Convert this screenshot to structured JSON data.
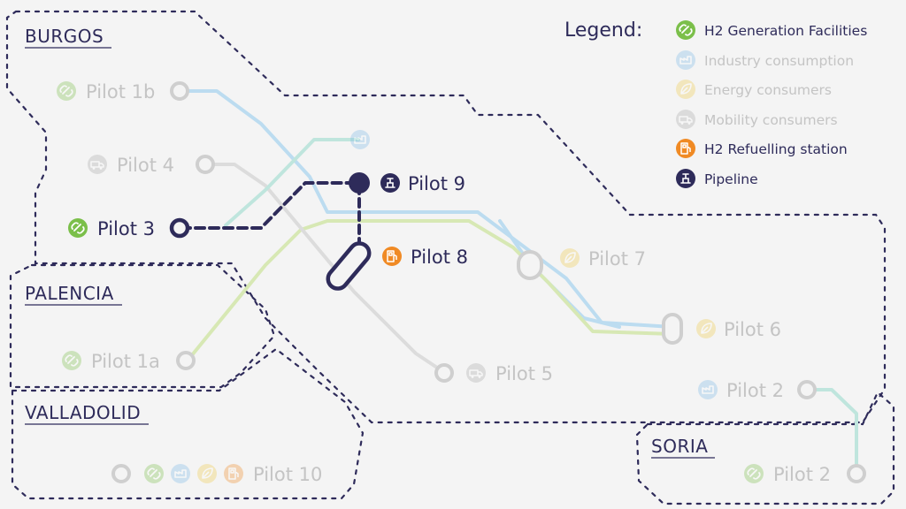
{
  "legend": {
    "title": "Legend:",
    "items": [
      {
        "label": "H2 Generation Facilities",
        "color": "#7bbf4a",
        "icon": "link-icon",
        "active": true
      },
      {
        "label": "Industry consumption",
        "color": "#7ab8e6",
        "icon": "factory-icon",
        "active": false
      },
      {
        "label": "Energy consumers",
        "color": "#f0c94a",
        "icon": "leaf-icon",
        "active": false
      },
      {
        "label": "Mobility consumers",
        "color": "#a9a9a9",
        "icon": "truck-icon",
        "active": false
      },
      {
        "label": "H2 Refuelling station",
        "color": "#f08a24",
        "icon": "fuel-pump-icon",
        "active": true
      },
      {
        "label": "Pipeline",
        "color": "#2e2b5a",
        "icon": "pipeline-icon",
        "active": true
      }
    ]
  },
  "regions": {
    "burgos": "BURGOS",
    "palencia": "PALENCIA",
    "valladolid": "VALLADOLID",
    "soria": "SORIA"
  },
  "pilots": {
    "p1b": "Pilot 1b",
    "p4": "Pilot 4",
    "p3": "Pilot 3",
    "p9": "Pilot 9",
    "p8": "Pilot 8",
    "p7": "Pilot 7",
    "p6": "Pilot 6",
    "p1a": "Pilot 1a",
    "p5": "Pilot 5",
    "p2_east": "Pilot 2",
    "p2_soria": "Pilot 2",
    "p10": "Pilot 10"
  },
  "colors": {
    "navy": "#2e2b5a",
    "text_active": "#2e2b5a",
    "text_dim": "#c4c4c4",
    "line_blue": "#bcdcf0",
    "line_green": "#d7e8b4",
    "line_gray": "#dcdcdc",
    "line_teal": "#bfe5dd"
  }
}
